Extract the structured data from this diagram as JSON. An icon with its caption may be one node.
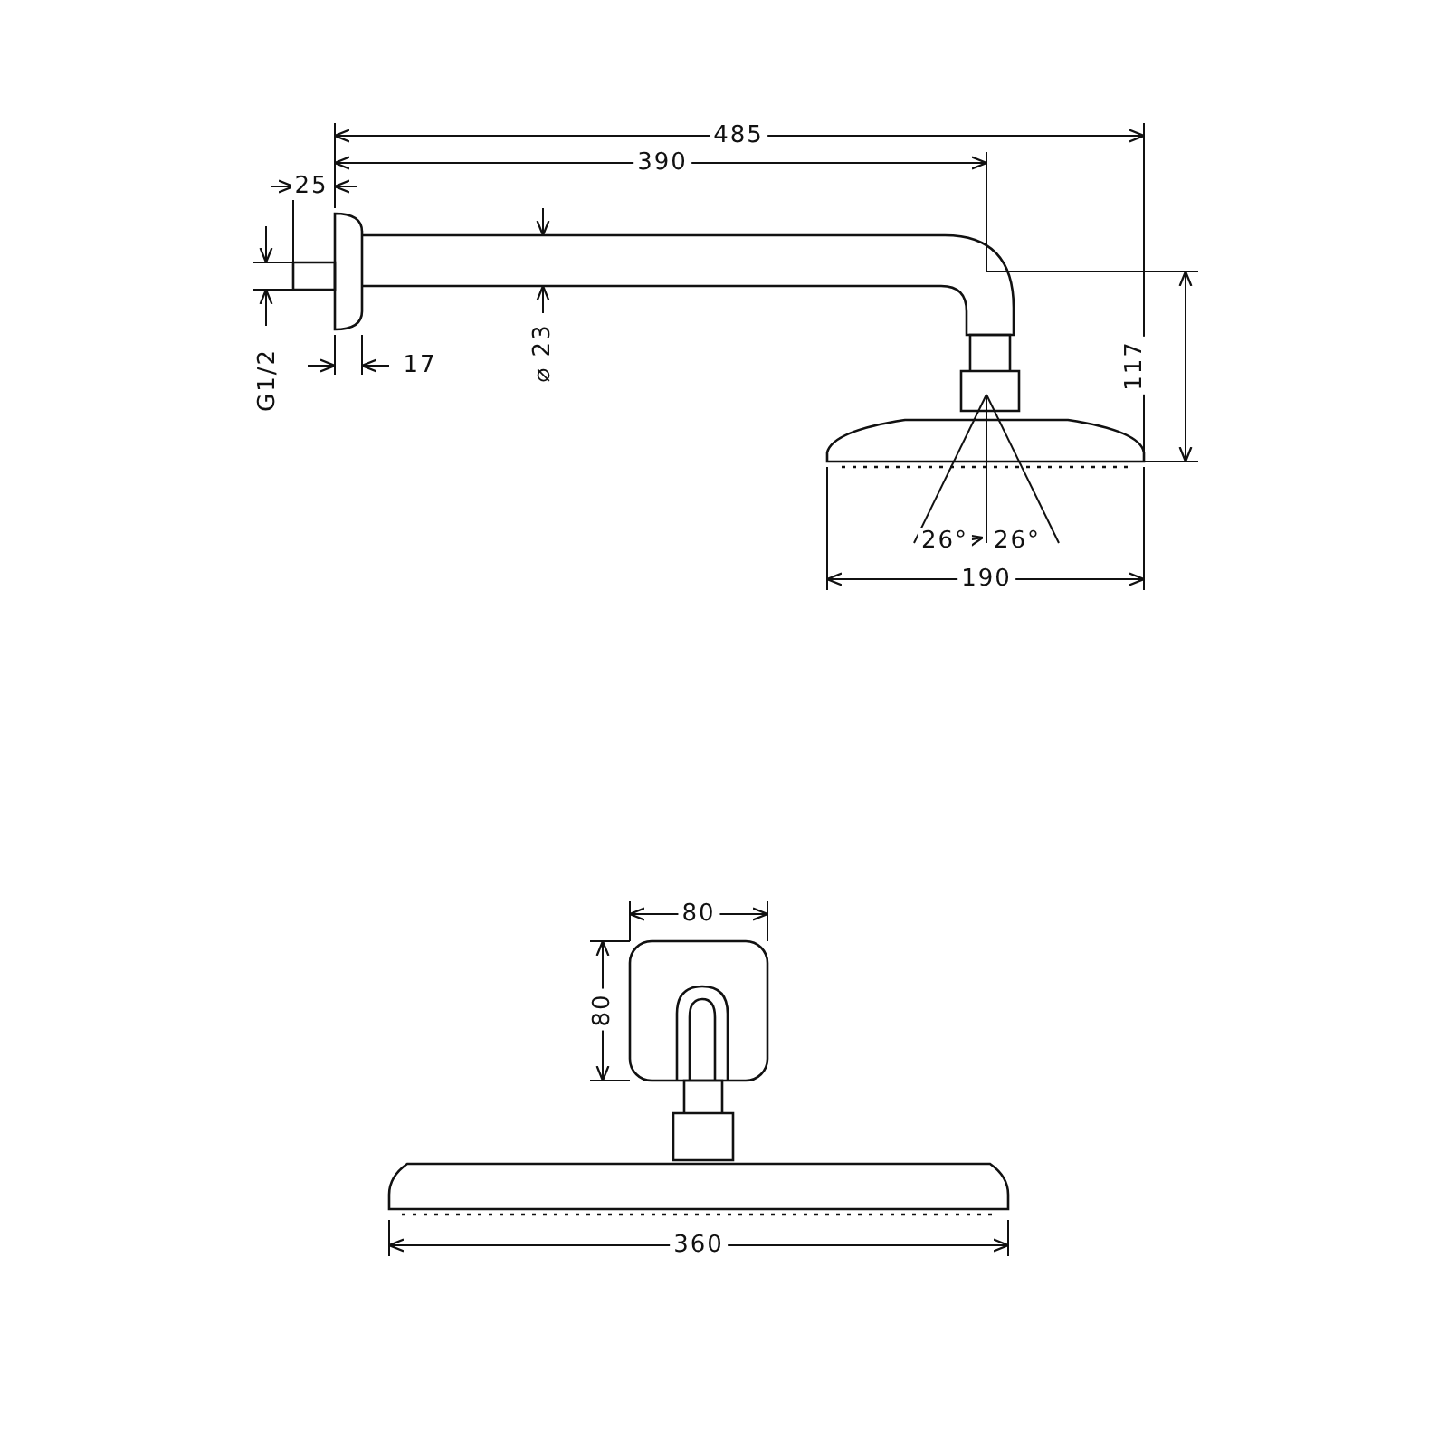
{
  "diagram": {
    "labels": [
      "485",
      "390",
      "25",
      "G1/2",
      "17",
      "⌀ 23",
      "117",
      "26°",
      "26°",
      "190",
      "80",
      "80",
      "360"
    ]
  }
}
